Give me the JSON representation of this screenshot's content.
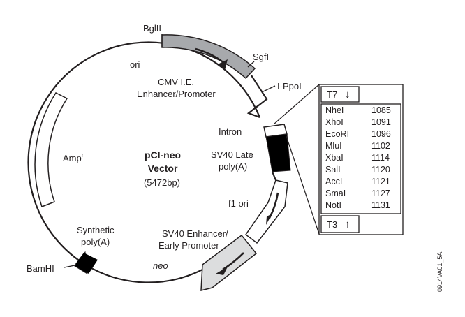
{
  "vector": {
    "name_line1": "pCI-neo",
    "name_line2": "Vector",
    "size": "(5472bp)"
  },
  "sites": {
    "bglII": "BglII",
    "sgfI": "SgfI",
    "ippoI": "I-PpoI",
    "bamHI": "BamHI"
  },
  "features": {
    "ori": "ori",
    "cmv_line1": "CMV I.E.",
    "cmv_line2": "Enhancer/Promoter",
    "intron": "Intron",
    "sv40late_line1": "SV40 Late",
    "sv40late_line2": "poly(A)",
    "f1ori": "f1 ori",
    "sv40enh_line1": "SV40 Enhancer/",
    "sv40enh_line2": "Early Promoter",
    "neo": "neo",
    "synth_line1": "Synthetic",
    "synth_line2": "poly(A)",
    "amp": "Amp",
    "amp_sup": "r"
  },
  "mcs": {
    "top_label": "T7",
    "top_arrow": "↓",
    "bottom_label": "T3",
    "bottom_arrow": "↑",
    "sites": [
      {
        "name": "NheI",
        "pos": "1085"
      },
      {
        "name": "XhoI",
        "pos": "1091"
      },
      {
        "name": "EcoRI",
        "pos": "1096"
      },
      {
        "name": "MluI",
        "pos": "1102"
      },
      {
        "name": "XbaI",
        "pos": "1114"
      },
      {
        "name": "SalI",
        "pos": "1120"
      },
      {
        "name": "AccI",
        "pos": "1121"
      },
      {
        "name": "SmaI",
        "pos": "1127"
      },
      {
        "name": "NotI",
        "pos": "1131"
      }
    ]
  },
  "figure_code": "0914VA01_5A",
  "colors": {
    "ink": "#231f20",
    "cmv_fill": "#a7a9ac",
    "sv40_fill": "#dcddde",
    "white": "#ffffff",
    "block": "#000000"
  }
}
